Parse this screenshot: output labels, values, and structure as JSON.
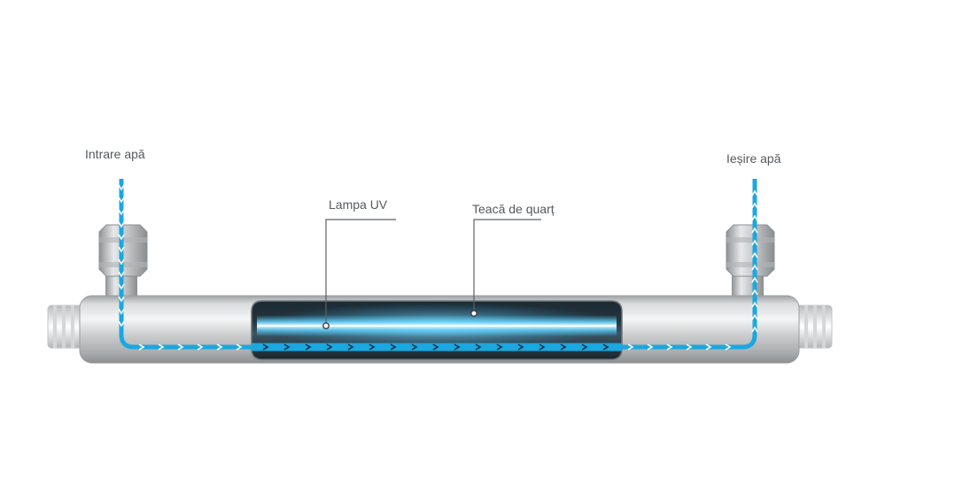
{
  "diagram": {
    "labels": {
      "inlet": "Intrare apă",
      "outlet": "Ieșire apă",
      "uv_lamp": "Lampa UV",
      "quartz_sleeve": "Teacă de quarț"
    },
    "colors": {
      "background": "#ffffff",
      "water_flow": "#1ba7df",
      "uv_glow": "#7fdcff",
      "steel_light": "#e4e6e7",
      "steel_dark": "#9a9d9f",
      "leader_line": "#5c6064",
      "label_text": "#555a5e"
    },
    "icons": {
      "flow": "arrow-chevron-icon",
      "reactor": "stainless-steel-cylinder",
      "lamp": "uv-lamp-icon"
    }
  }
}
